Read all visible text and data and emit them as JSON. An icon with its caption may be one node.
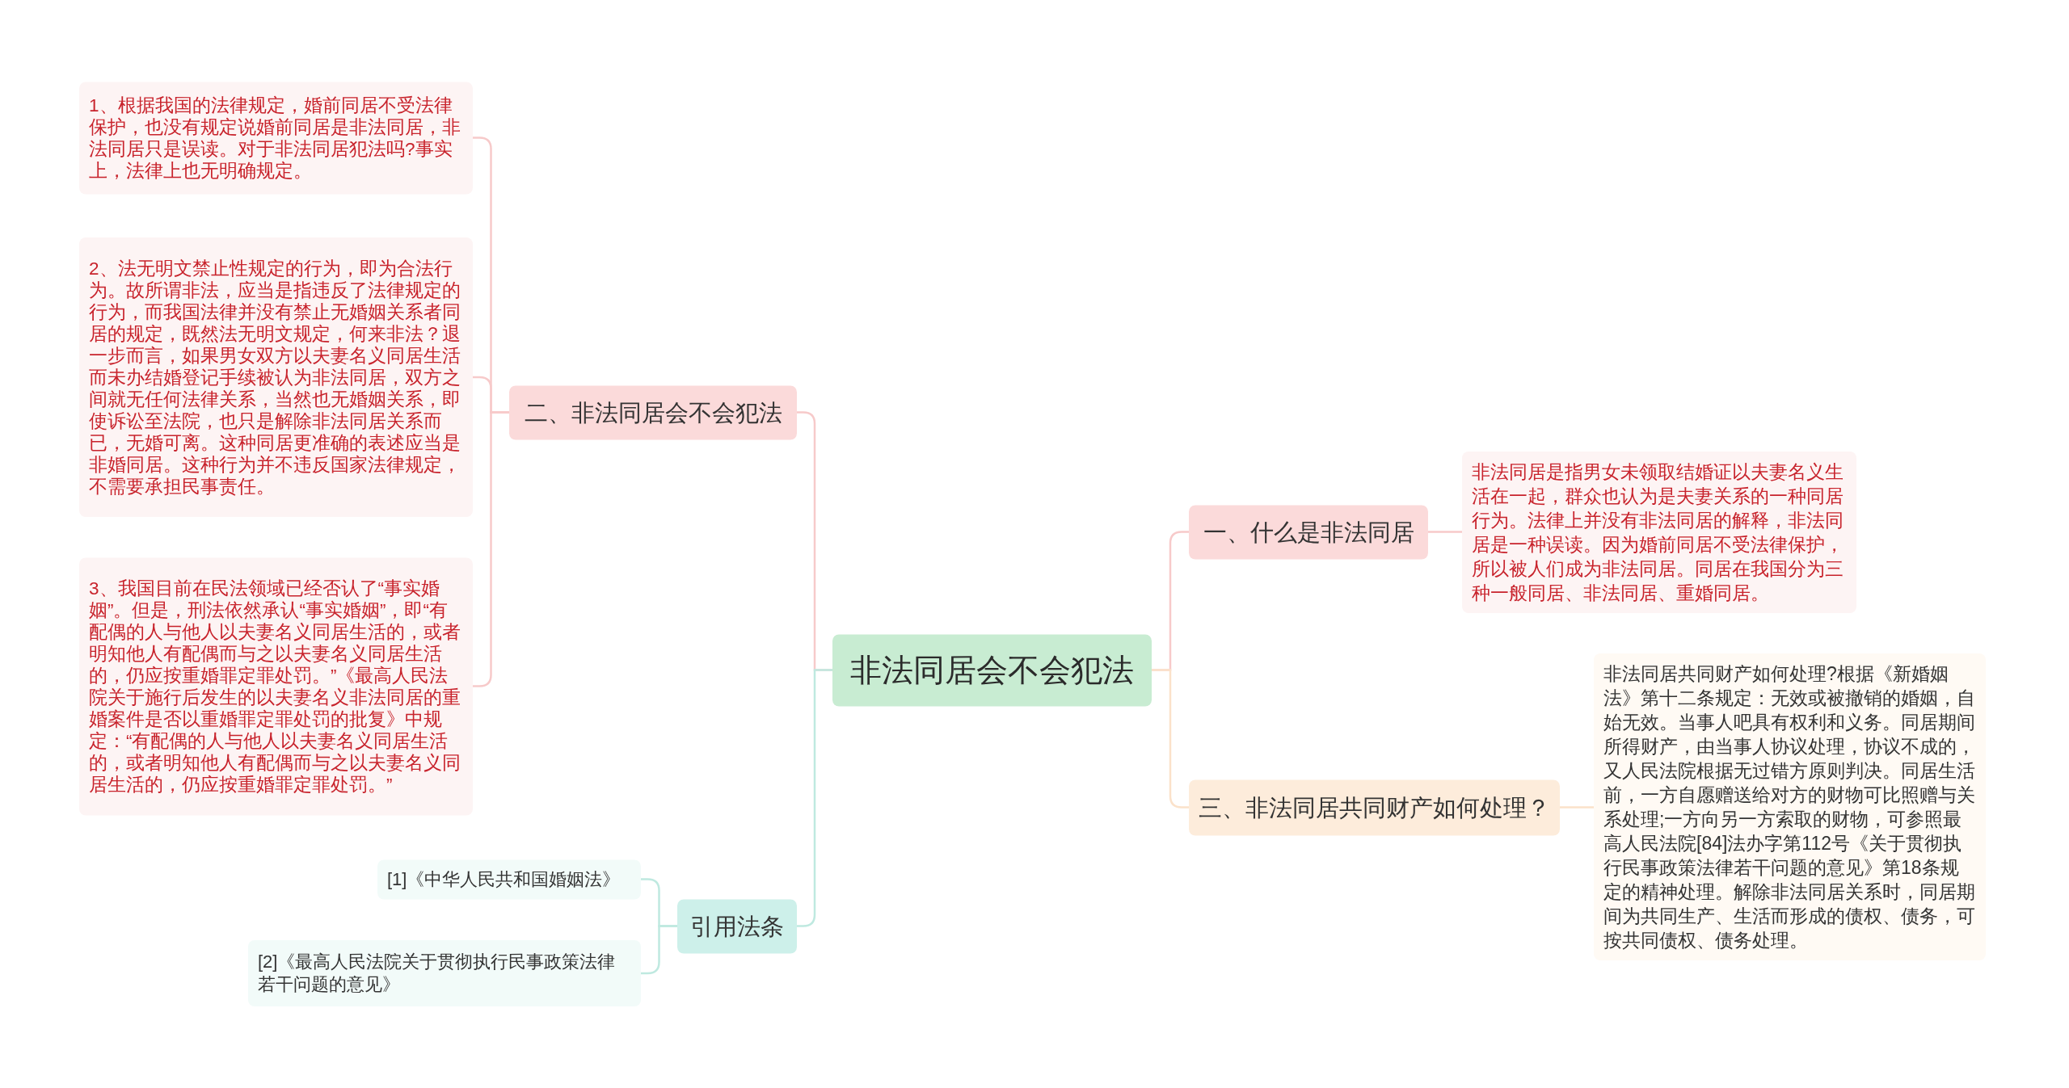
{
  "diagram": {
    "nodes": [
      {
        "text": [
          "非法同居会不会犯法"
        ]
      },
      {
        "text": [
          "一、什么是非法同居"
        ]
      },
      {
        "text": [
          "非法同居是指男女未领取结婚证以夫妻名义生活在一起，群众也认为是夫妻关系的一种同居行为。法律上并没有非法同居的解释，非法同居是一种误读。因为婚前同居不受法律保护，所以被人们成为非法同居。同居在我国分为三种一般同居、非法同居、重婚同居。"
        ]
      },
      {
        "text": [
          "二、非法同居会不会犯法"
        ]
      },
      {
        "text": [
          "1、根据我国的法律规定，婚前同居不受法律保护，也没有规定说婚前同居是非法同居，非法同居只是误读。对于非法同居犯法吗?事实上，法律上也无明确规定。"
        ]
      },
      {
        "text": [
          "2、法无明文禁止性规定的行为，即为合法行为。故所谓非法，应当是指违反了法律规定的行为，而我国法律并没有禁止无婚姻关系者同居的规定，既然法无明文规定，何来非法？退一步而言，如果男女双方以夫妻名义同居生活而未办结婚登记手续被认为非法同居，双方之间就无任何法律关系，当然也无婚姻关系，即使诉讼至法院，也只是解除非法同居关系而已，无婚可离。这种同居更准确的表述应当是非婚同居。这种行为并不违反国家法律规定，不需要承担民事责任。"
        ]
      },
      {
        "text": [
          "3、我国目前在民法领域已经否认了“事实婚姻”。但是，刑法依然承认“事实婚姻”，即“有配偶的人与他人以夫妻名义同居生活的，或者明知他人有配偶而与之以夫妻名义同居生活的，仍应按重婚罪定罪处罚。”《最高人民法院关于施行后发生的以夫妻名义非法同居的重婚案件是否以重婚罪定罪处罚的批复》中规定：“有配偶的人与他人以夫妻名义同居生活的，或者明知他人有配偶而与之以夫妻名义同居生活的，仍应按重婚罪定罪处罚。”"
        ]
      },
      {
        "text": [
          "三、非法同居共同财产如何处理？"
        ]
      },
      {
        "text": [
          "非法同居共同财产如何处理?根据《新婚姻法》第十二条规定：无效或被撤销的婚姻，自始无效。当事人吧具有权利和义务。同居期间所得财产，由当事人协议处理，协议不成的，又人民法院根据无过错方原则判决。同居生活前，一方自愿赠送给对方的财物可比照赠与关系处理;一方向另一方索取的财物，可参照最高人民法院[84]法办字第112号《关于贯彻执行民事政策法律若干问题的意见》第18条规定的精神处理。解除非法同居关系时，同居期间为共同生产、生活而形成的债权、债务，可按共同债权、债务处理。"
        ]
      },
      {
        "text": [
          "引用法条"
        ]
      },
      {
        "text": [
          "[1]《中华人民共和国婚姻法》"
        ]
      },
      {
        "text": [
          "[2]《最高人民法院关于贯彻执行民事政策法律若干问题的意见》"
        ]
      }
    ],
    "edges": [
      {
        "from": 0,
        "to": 1,
        "arrow": "none"
      },
      {
        "from": 1,
        "to": 2,
        "arrow": "none"
      },
      {
        "from": 0,
        "to": 3,
        "arrow": "none"
      },
      {
        "from": 3,
        "to": 4,
        "arrow": "none"
      },
      {
        "from": 3,
        "to": 5,
        "arrow": "none"
      },
      {
        "from": 3,
        "to": 6,
        "arrow": "none"
      },
      {
        "from": 0,
        "to": 7,
        "arrow": "none",
        "color": "#fbe2ca"
      },
      {
        "from": 7,
        "to": 8,
        "arrow": "none",
        "color": "#fbe2ca"
      },
      {
        "from": 0,
        "to": 9,
        "arrow": "none",
        "color": "#bfe9e0"
      },
      {
        "from": 9,
        "to": 10,
        "arrow": "none",
        "color": "#bfe9e0"
      },
      {
        "from": 9,
        "to": 11,
        "arrow": "none",
        "color": "#bfe9e0"
      }
    ]
  }
}
